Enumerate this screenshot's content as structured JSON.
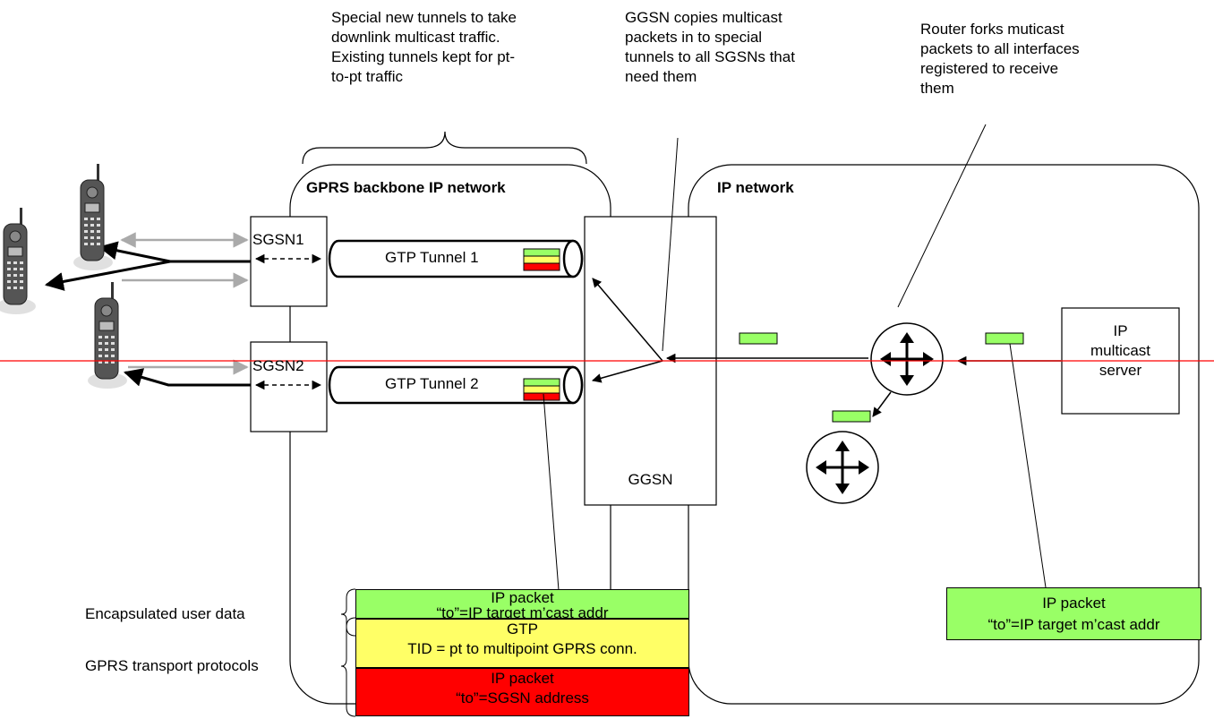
{
  "annotations": {
    "tunnels": "Special new tunnels to take\ndownlink multicast traffic.\nExisting tunnels kept for pt-\nto-pt traffic",
    "ggsn": "GGSN copies multicast\npackets in to special\ntunnels to all SGSNs that\nneed them",
    "router": "Router forks muticast\npackets to all interfaces\nregistered to receive\nthem"
  },
  "regions": {
    "gprs_backbone": "GPRS backbone IP network",
    "ip_network": "IP network"
  },
  "nodes": {
    "sgsn1": "SGSN1",
    "sgsn2": "SGSN2",
    "ggsn": "GGSN",
    "tunnel1": "GTP Tunnel 1",
    "tunnel2": "GTP Tunnel 2",
    "server": "IP\nmulticast\nserver"
  },
  "stack": {
    "encap_label": "Encapsulated user data",
    "transport_label": "GPRS transport protocols",
    "layers": [
      {
        "line1": "IP packet",
        "line2": "“to”=IP target m’cast addr",
        "color": "#99ff66"
      },
      {
        "line1": "GTP",
        "line2": "TID = pt to multipoint GPRS conn.",
        "color": "#ffff66"
      },
      {
        "line1": "IP packet",
        "line2": "“to”=SGSN address",
        "color": "#ff0000"
      }
    ]
  },
  "right_packet": {
    "line1": "IP packet",
    "line2": "“to”=IP target m’cast addr",
    "color": "#99ff66"
  },
  "colors": {
    "packet_green": "#99ff66",
    "packet_yellow": "#ffff66",
    "packet_red": "#ff0000",
    "guide_line": "#ff0000",
    "grey_arrow": "#aaaaaa"
  },
  "icons": [
    "mobile-phone-icon",
    "router-icon"
  ]
}
